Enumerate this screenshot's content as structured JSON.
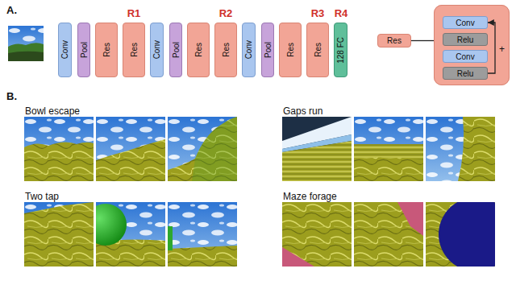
{
  "diagram": {
    "nodes": [
      {
        "text": [
          "Conv"
        ]
      },
      {
        "text": [
          "Pool"
        ]
      },
      {
        "text": [
          "Res"
        ]
      },
      {
        "text": [
          "Res"
        ]
      },
      {
        "text": [
          "Conv"
        ]
      },
      {
        "text": [
          "Pool"
        ]
      },
      {
        "text": [
          "Res"
        ]
      },
      {
        "text": [
          "Res"
        ]
      },
      {
        "text": [
          "Conv"
        ]
      },
      {
        "text": [
          "Pool"
        ]
      },
      {
        "text": [
          "Res"
        ]
      },
      {
        "text": [
          "Res"
        ]
      },
      {
        "text": [
          "128 FC"
        ]
      },
      {
        "text": [
          "Res"
        ]
      },
      {
        "text": [
          "+"
        ]
      },
      {
        "text": [
          "Conv"
        ],
        "in": 14
      },
      {
        "text": [
          "Relu"
        ],
        "in": 14
      },
      {
        "text": [
          "Conv"
        ],
        "in": 14
      },
      {
        "text": [
          "Relu"
        ],
        "in": 14
      }
    ],
    "edges": [
      {
        "from": 13,
        "to": 14,
        "arrow": "none"
      },
      {
        "from": 18,
        "to": 15,
        "arrow": "to"
      }
    ],
    "labels": [
      "A.",
      "R1",
      "R2",
      "R3",
      "R4",
      "B.",
      "Bowl escape",
      "Gaps run",
      "Two tap",
      "Maze forage"
    ]
  }
}
